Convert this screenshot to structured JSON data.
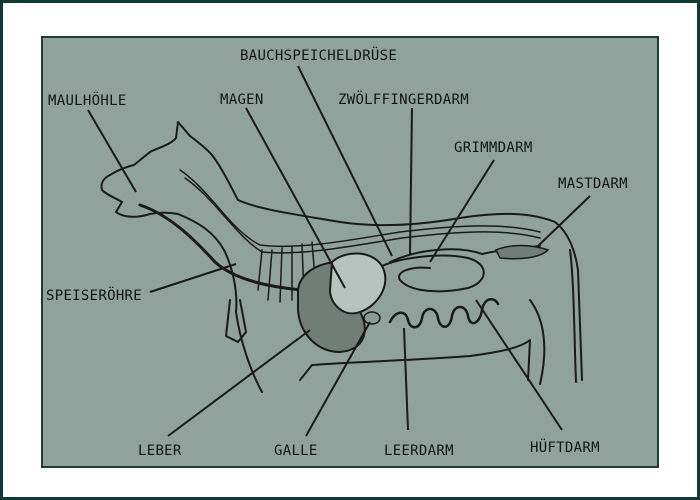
{
  "labels": {
    "maulhoehle": "MAULHÖHLE",
    "magen": "MAGEN",
    "bauchspeicheldruese": "BAUCHSPEICHELDRÜSE",
    "zwoelffingerdarm": "ZWÖLFFINGERDARM",
    "grimmdarm": "GRIMMDARM",
    "mastdarm": "MASTDARM",
    "speiseroehre": "SPEISERÖHRE",
    "leber": "LEBER",
    "galle": "GALLE",
    "leerdarm": "LEERDARM",
    "hueftdarm": "HÜFTDARM"
  },
  "colors": {
    "plate": "#8fa39c",
    "frame": "#123a34",
    "ink": "#1a1a1a",
    "organ": "#6f7f78"
  }
}
